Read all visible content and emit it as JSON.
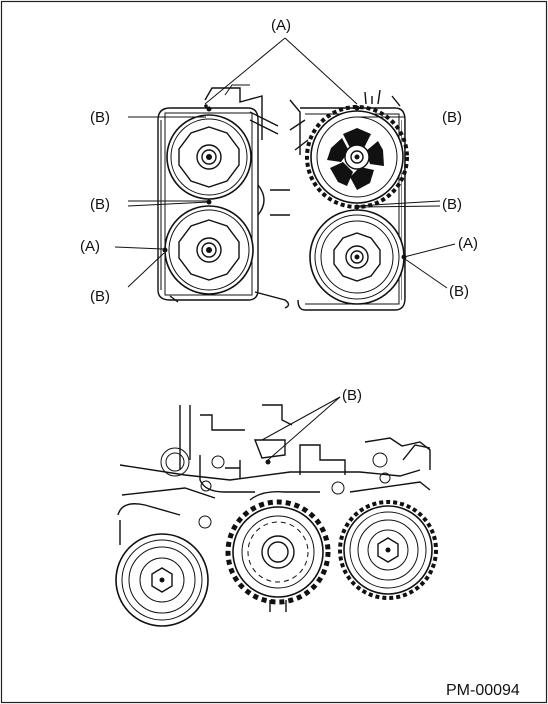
{
  "labels": {
    "a": "(A)",
    "b": "(B)"
  },
  "figure_id": "PM-00094"
}
